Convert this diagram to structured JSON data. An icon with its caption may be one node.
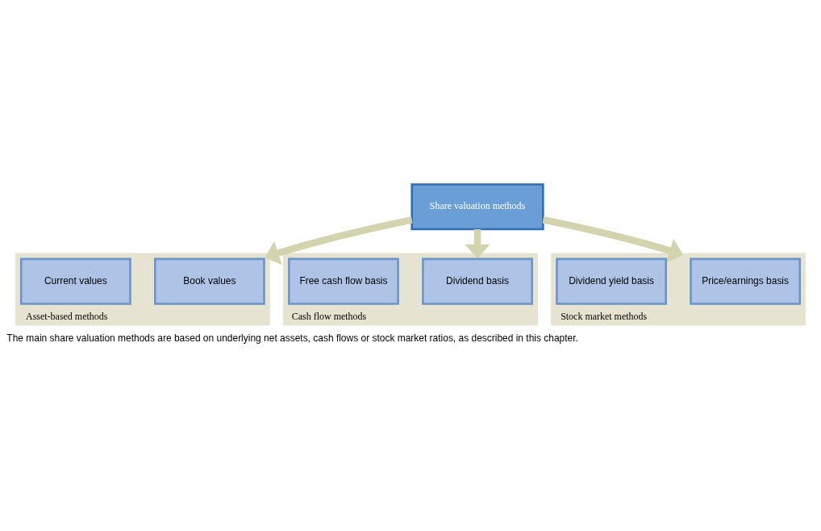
{
  "diagram": {
    "caption": "The main share valuation methods are based on underlying net assets, cash flows or stock market ratios, as described in this chapter.",
    "nodes": [
      {
        "text": [
          "Asset-based methods"
        ]
      },
      {
        "text": [
          "Book values"
        ],
        "in": 0
      },
      {
        "text": [
          "Current values"
        ],
        "in": 0
      },
      {
        "text": [
          "Share valuation methods"
        ]
      },
      {
        "text": [
          "Cash flow methods"
        ]
      },
      {
        "text": [
          "Dividend basis"
        ],
        "in": 4
      },
      {
        "text": [
          "Free cash flow basis"
        ],
        "in": 4
      },
      {
        "text": [
          "Stock market methods"
        ]
      },
      {
        "text": [
          "Price/earnings basis"
        ],
        "in": 7
      },
      {
        "text": [
          "Dividend yield basis"
        ],
        "in": 7
      }
    ],
    "edges": [
      {
        "from": 3,
        "to": 0,
        "arrow": "to"
      },
      {
        "from": 3,
        "to": 4,
        "arrow": "to"
      },
      {
        "from": 3,
        "to": 7,
        "arrow": "to"
      }
    ]
  }
}
